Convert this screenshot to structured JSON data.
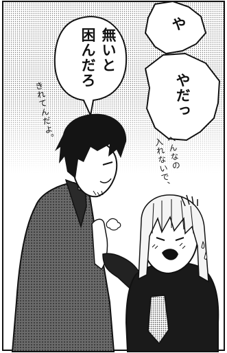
{
  "panel": {
    "bubbles": {
      "left_lines": [
        "無いと",
        "困んだろ"
      ],
      "top_right": "や",
      "mid_right": "やだっ"
    },
    "sfx": {
      "man_aside": "きれてんだよ。",
      "girl_aside_lines": [
        "へんなの",
        "入れないで、"
      ]
    }
  }
}
